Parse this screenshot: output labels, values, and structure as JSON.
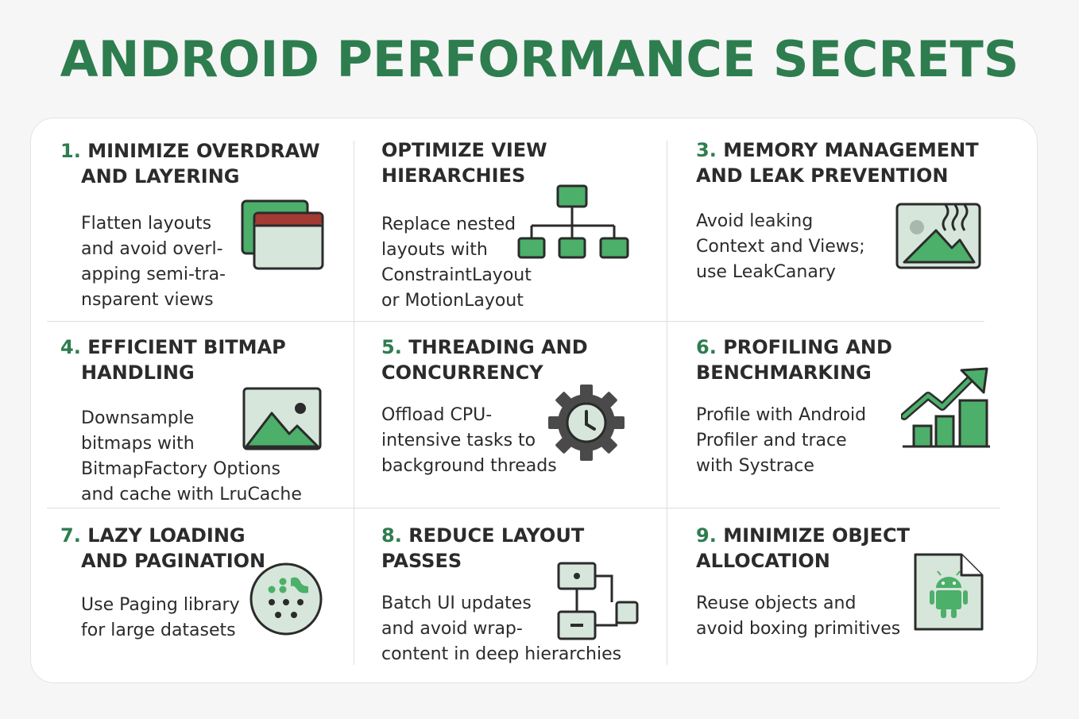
{
  "title": "ANDROID PERFORMANCE SECRETS",
  "colors": {
    "accent": "#2e7d4f",
    "icon_green": "#4caf6a",
    "icon_light": "#d6e6da",
    "icon_red": "#a33b32",
    "text": "#2b2b2b"
  },
  "cells": [
    {
      "num": "1.",
      "title_l1": "MINIMIZE OVERDRAW",
      "title_l2": "AND LAYERING",
      "desc": [
        "Flatten layouts",
        "and avoid overl-",
        "apping semi-tra-",
        "nsparent views"
      ],
      "icon": "overlapping-windows-icon"
    },
    {
      "num": "",
      "title_l1": "OPTIMIZE VIEW",
      "title_l2": "HIERARCHIES",
      "desc": [
        "Replace nested",
        "layouts with",
        "ConstraintLayout",
        "or MotionLayout"
      ],
      "icon": "hierarchy-tree-icon"
    },
    {
      "num": "3.",
      "title_l1": "MEMORY MANAGEMENT",
      "title_l2": "AND LEAK PREVENTION",
      "desc": [
        "Avoid leaking",
        "Context and Views;",
        "use LeakCanary"
      ],
      "icon": "leaking-image-icon"
    },
    {
      "num": "4.",
      "title_l1": "EFFICIENT BITMAP",
      "title_l2": "HANDLING",
      "desc": [
        "Downsample",
        "bitmaps with",
        "BitmapFactory Options",
        "and cache with LruCache"
      ],
      "icon": "bitmap-image-icon"
    },
    {
      "num": "5.",
      "title_l1": "THREADING AND",
      "title_l2": "CONCURRENCY",
      "desc": [
        "Offload CPU-",
        "intensive tasks to",
        "background threads"
      ],
      "icon": "gear-clock-icon"
    },
    {
      "num": "6.",
      "title_l1": "PROFILING AND",
      "title_l2": "BENCHMARKING",
      "desc": [
        "Profile with Android",
        "Profiler and trace",
        "with Systrace"
      ],
      "icon": "growth-chart-icon"
    },
    {
      "num": "7.",
      "title_l1": "LAZY LOADING",
      "title_l2": "AND PAGINATION",
      "desc": [
        "Use Paging library",
        "for large datasets"
      ],
      "icon": "dotted-circle-icon"
    },
    {
      "num": "8.",
      "title_l1": "REDUCE LAYOUT",
      "title_l2": "PASSES",
      "desc": [
        "Batch UI updates",
        "and avoid wrap-",
        "content in deep hierarchies"
      ],
      "icon": "flowchart-icon"
    },
    {
      "num": "9.",
      "title_l1": "MINIMIZE OBJECT",
      "title_l2": "ALLOCATION",
      "desc": [
        "Reuse objects and",
        "avoid boxing primitives"
      ],
      "icon": "android-file-icon"
    }
  ]
}
